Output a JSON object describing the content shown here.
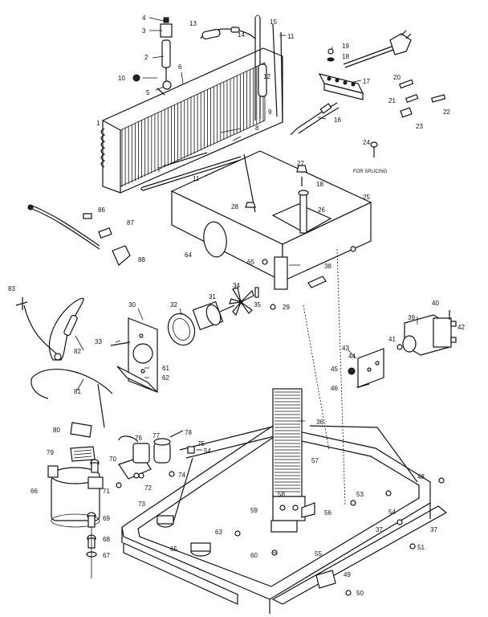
{
  "note": "FOR SPLICING",
  "callouts": [
    {
      "id": "c4",
      "text": "4"
    },
    {
      "id": "c3",
      "text": "3"
    },
    {
      "id": "c13",
      "text": "13"
    },
    {
      "id": "c14",
      "text": "14"
    },
    {
      "id": "c15",
      "text": "15"
    },
    {
      "id": "c11a",
      "text": "11"
    },
    {
      "id": "c2",
      "text": "2"
    },
    {
      "id": "c6",
      "text": "6"
    },
    {
      "id": "c10",
      "text": "10"
    },
    {
      "id": "c5",
      "text": "5"
    },
    {
      "id": "c12",
      "text": "12"
    },
    {
      "id": "c9",
      "text": "9"
    },
    {
      "id": "c8",
      "text": "8"
    },
    {
      "id": "c1",
      "text": "1"
    },
    {
      "id": "c7",
      "text": "7"
    },
    {
      "id": "c11b",
      "text": "11"
    },
    {
      "id": "c19",
      "text": "19"
    },
    {
      "id": "c18a",
      "text": "18"
    },
    {
      "id": "c17",
      "text": "17"
    },
    {
      "id": "c20",
      "text": "20"
    },
    {
      "id": "c21",
      "text": "21"
    },
    {
      "id": "c22",
      "text": "22"
    },
    {
      "id": "c23",
      "text": "23"
    },
    {
      "id": "c16",
      "text": "16"
    },
    {
      "id": "c24",
      "text": "24"
    },
    {
      "id": "c27",
      "text": "27"
    },
    {
      "id": "c18b",
      "text": "18"
    },
    {
      "id": "c25",
      "text": "25"
    },
    {
      "id": "c28",
      "text": "28"
    },
    {
      "id": "c26",
      "text": "26"
    },
    {
      "id": "c86",
      "text": "86"
    },
    {
      "id": "c87",
      "text": "87"
    },
    {
      "id": "c88",
      "text": "88"
    },
    {
      "id": "c64",
      "text": "64"
    },
    {
      "id": "c65",
      "text": "65"
    },
    {
      "id": "c38",
      "text": "38"
    },
    {
      "id": "c34",
      "text": "34"
    },
    {
      "id": "c31",
      "text": "31"
    },
    {
      "id": "c35",
      "text": "35"
    },
    {
      "id": "c29",
      "text": "29"
    },
    {
      "id": "c30",
      "text": "30"
    },
    {
      "id": "c32",
      "text": "32"
    },
    {
      "id": "c33",
      "text": "33"
    },
    {
      "id": "c61",
      "text": "61"
    },
    {
      "id": "c62",
      "text": "62"
    },
    {
      "id": "c83",
      "text": "83"
    },
    {
      "id": "c82",
      "text": "82"
    },
    {
      "id": "c81",
      "text": "81"
    },
    {
      "id": "c40",
      "text": "40"
    },
    {
      "id": "c39",
      "text": "39"
    },
    {
      "id": "c42",
      "text": "42"
    },
    {
      "id": "c41",
      "text": "41"
    },
    {
      "id": "c43",
      "text": "43"
    },
    {
      "id": "c44",
      "text": "44"
    },
    {
      "id": "c45",
      "text": "45"
    },
    {
      "id": "c46",
      "text": "46"
    },
    {
      "id": "c36",
      "text": "36"
    },
    {
      "id": "c80a",
      "text": "80"
    },
    {
      "id": "c79",
      "text": "79"
    },
    {
      "id": "c77",
      "text": "77"
    },
    {
      "id": "c78",
      "text": "78"
    },
    {
      "id": "c76",
      "text": "76"
    },
    {
      "id": "c75",
      "text": "75"
    },
    {
      "id": "c54a",
      "text": "54"
    },
    {
      "id": "c70",
      "text": "70"
    },
    {
      "id": "c72",
      "text": "72"
    },
    {
      "id": "c74",
      "text": "74"
    },
    {
      "id": "c71",
      "text": "71"
    },
    {
      "id": "c73",
      "text": "73"
    },
    {
      "id": "c66",
      "text": "66"
    },
    {
      "id": "c69",
      "text": "69"
    },
    {
      "id": "c68",
      "text": "68"
    },
    {
      "id": "c67",
      "text": "67"
    },
    {
      "id": "c57",
      "text": "57"
    },
    {
      "id": "c48",
      "text": "48"
    },
    {
      "id": "c53",
      "text": "53"
    },
    {
      "id": "c54b",
      "text": "54"
    },
    {
      "id": "c58",
      "text": "58"
    },
    {
      "id": "c59",
      "text": "59"
    },
    {
      "id": "c56",
      "text": "56"
    },
    {
      "id": "c37a",
      "text": "37"
    },
    {
      "id": "c37b",
      "text": "37"
    },
    {
      "id": "c51",
      "text": "51"
    },
    {
      "id": "c63",
      "text": "63"
    },
    {
      "id": "c60",
      "text": "60"
    },
    {
      "id": "c65b",
      "text": "65"
    },
    {
      "id": "c55",
      "text": "55"
    },
    {
      "id": "c49",
      "text": "49"
    },
    {
      "id": "c50",
      "text": "50"
    }
  ]
}
